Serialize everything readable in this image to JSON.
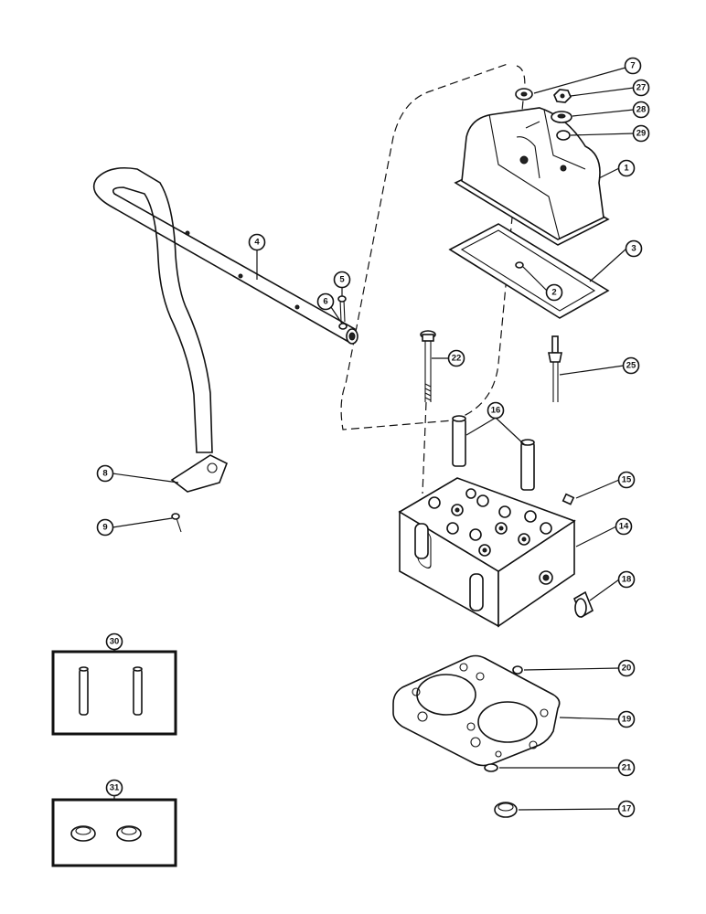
{
  "callouts": {
    "c1": "1",
    "c2": "2",
    "c3": "3",
    "c4": "4",
    "c5": "5",
    "c6": "6",
    "c7": "7",
    "c8": "8",
    "c9": "9",
    "c14": "14",
    "c15": "15",
    "c16": "16",
    "c17": "17",
    "c18": "18",
    "c19": "19",
    "c20": "20",
    "c21": "21",
    "c22": "22",
    "c25": "25",
    "c27": "27",
    "c28": "28",
    "c29": "29",
    "c30": "30",
    "c31": "31"
  }
}
